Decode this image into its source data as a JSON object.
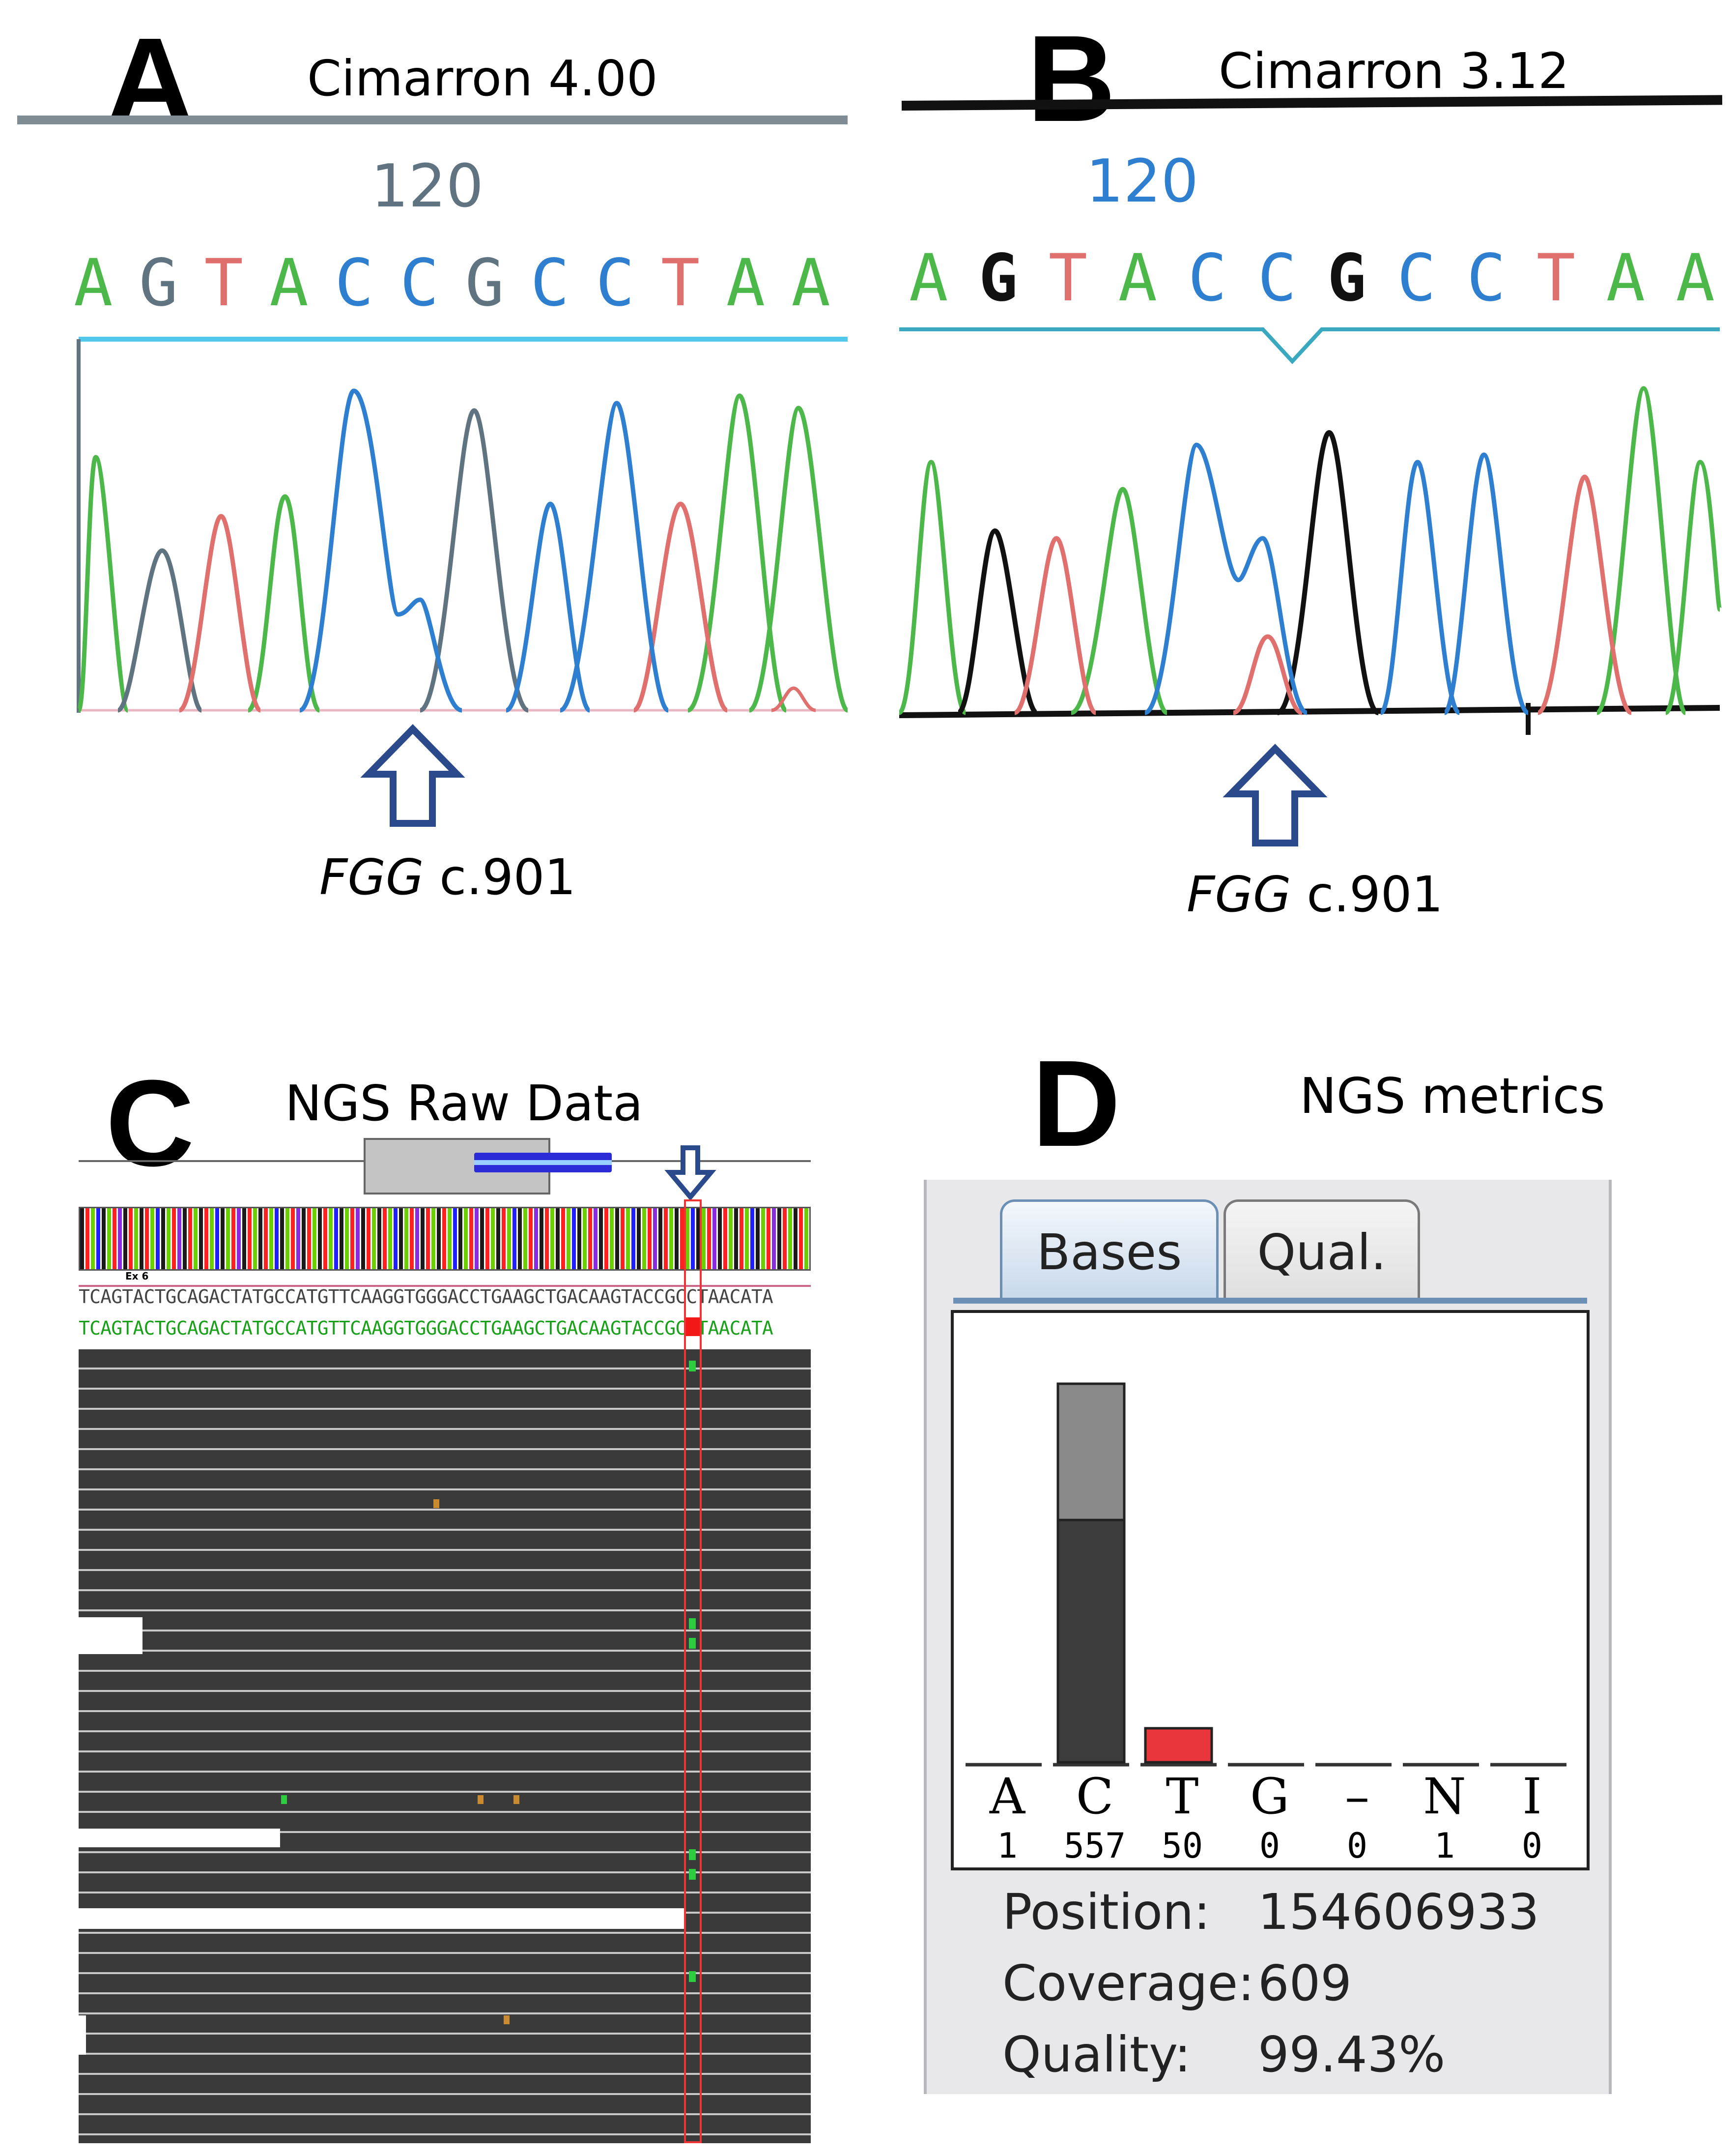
{
  "panels": {
    "a": {
      "letter": "A",
      "title": "Cimarron 4.00",
      "position": "120",
      "bases": [
        "A",
        "G",
        "T",
        "A",
        "C",
        "C",
        "G",
        "C",
        "C",
        "T",
        "A",
        "A"
      ],
      "label_gene": "FGG",
      "label_pos": "c.901"
    },
    "b": {
      "letter": "B",
      "title": "Cimarron 3.12",
      "position": "120",
      "bases": [
        "A",
        "G",
        "T",
        "A",
        "C",
        "C",
        "G",
        "C",
        "C",
        "T",
        "A",
        "A"
      ],
      "label_gene": "FGG",
      "label_pos": "c.901"
    },
    "c": {
      "letter": "C",
      "title": "NGS Raw Data",
      "exon_label": "Ex 6",
      "ref_sequence": "TCAGTACTGCAGACTATGCCATGTTCAAGGTGGGACCTGAAGCTGACAAGTACCGCCTAACATA",
      "read_sequence": "TCAGTACTGCAGACTATGCCATGTTCAAGGTGGGACCTGAAGCTGACAAGTACCGCCTAACATA"
    },
    "d": {
      "letter": "D",
      "title": "NGS metrics",
      "tabs": [
        "Bases",
        "Qual."
      ],
      "columns": [
        {
          "base": "A",
          "count": "1"
        },
        {
          "base": "C",
          "count": "557"
        },
        {
          "base": "T",
          "count": "50"
        },
        {
          "base": "G",
          "count": "0"
        },
        {
          "base": "–",
          "count": "0"
        },
        {
          "base": "N",
          "count": "1"
        },
        {
          "base": "I",
          "count": "0"
        }
      ],
      "position_label": "Position:",
      "position_value": "154606933",
      "coverage_label": "Coverage:",
      "coverage_value": "609",
      "quality_label": "Quality:",
      "quality_value": "99.43%"
    }
  },
  "colors": {
    "A": "#4cb84a",
    "C": "#2f7fd0",
    "G_a": "#5f7480",
    "G_b": "#111111",
    "T": "#e0706e",
    "arrow": "#2b4a8b"
  }
}
